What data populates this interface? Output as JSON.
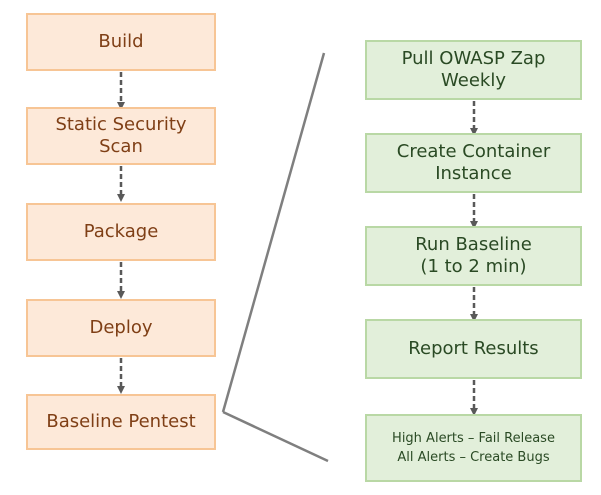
{
  "left_flow": {
    "steps": [
      {
        "label": "Build"
      },
      {
        "label": "Static Security\nScan"
      },
      {
        "label": "Package"
      },
      {
        "label": "Deploy"
      },
      {
        "label": "Baseline Pentest"
      }
    ]
  },
  "right_flow": {
    "steps": [
      {
        "label": "Pull OWASP Zap\nWeekly"
      },
      {
        "label": "Create Container\nInstance"
      },
      {
        "label": "Run Baseline\n(1 to 2 min)"
      },
      {
        "label": "Report Results"
      },
      {
        "label": "High Alerts – Fail Release\nAll Alerts – Create Bugs"
      }
    ]
  },
  "colors": {
    "left_fill": "#fde9d9",
    "left_border": "#f7c595",
    "left_text": "#7f3f16",
    "right_fill": "#e2efda",
    "right_border": "#b9d8a5",
    "right_text": "#2a4a24",
    "arrow": "#595959",
    "bracket": "#7f7f7f"
  }
}
